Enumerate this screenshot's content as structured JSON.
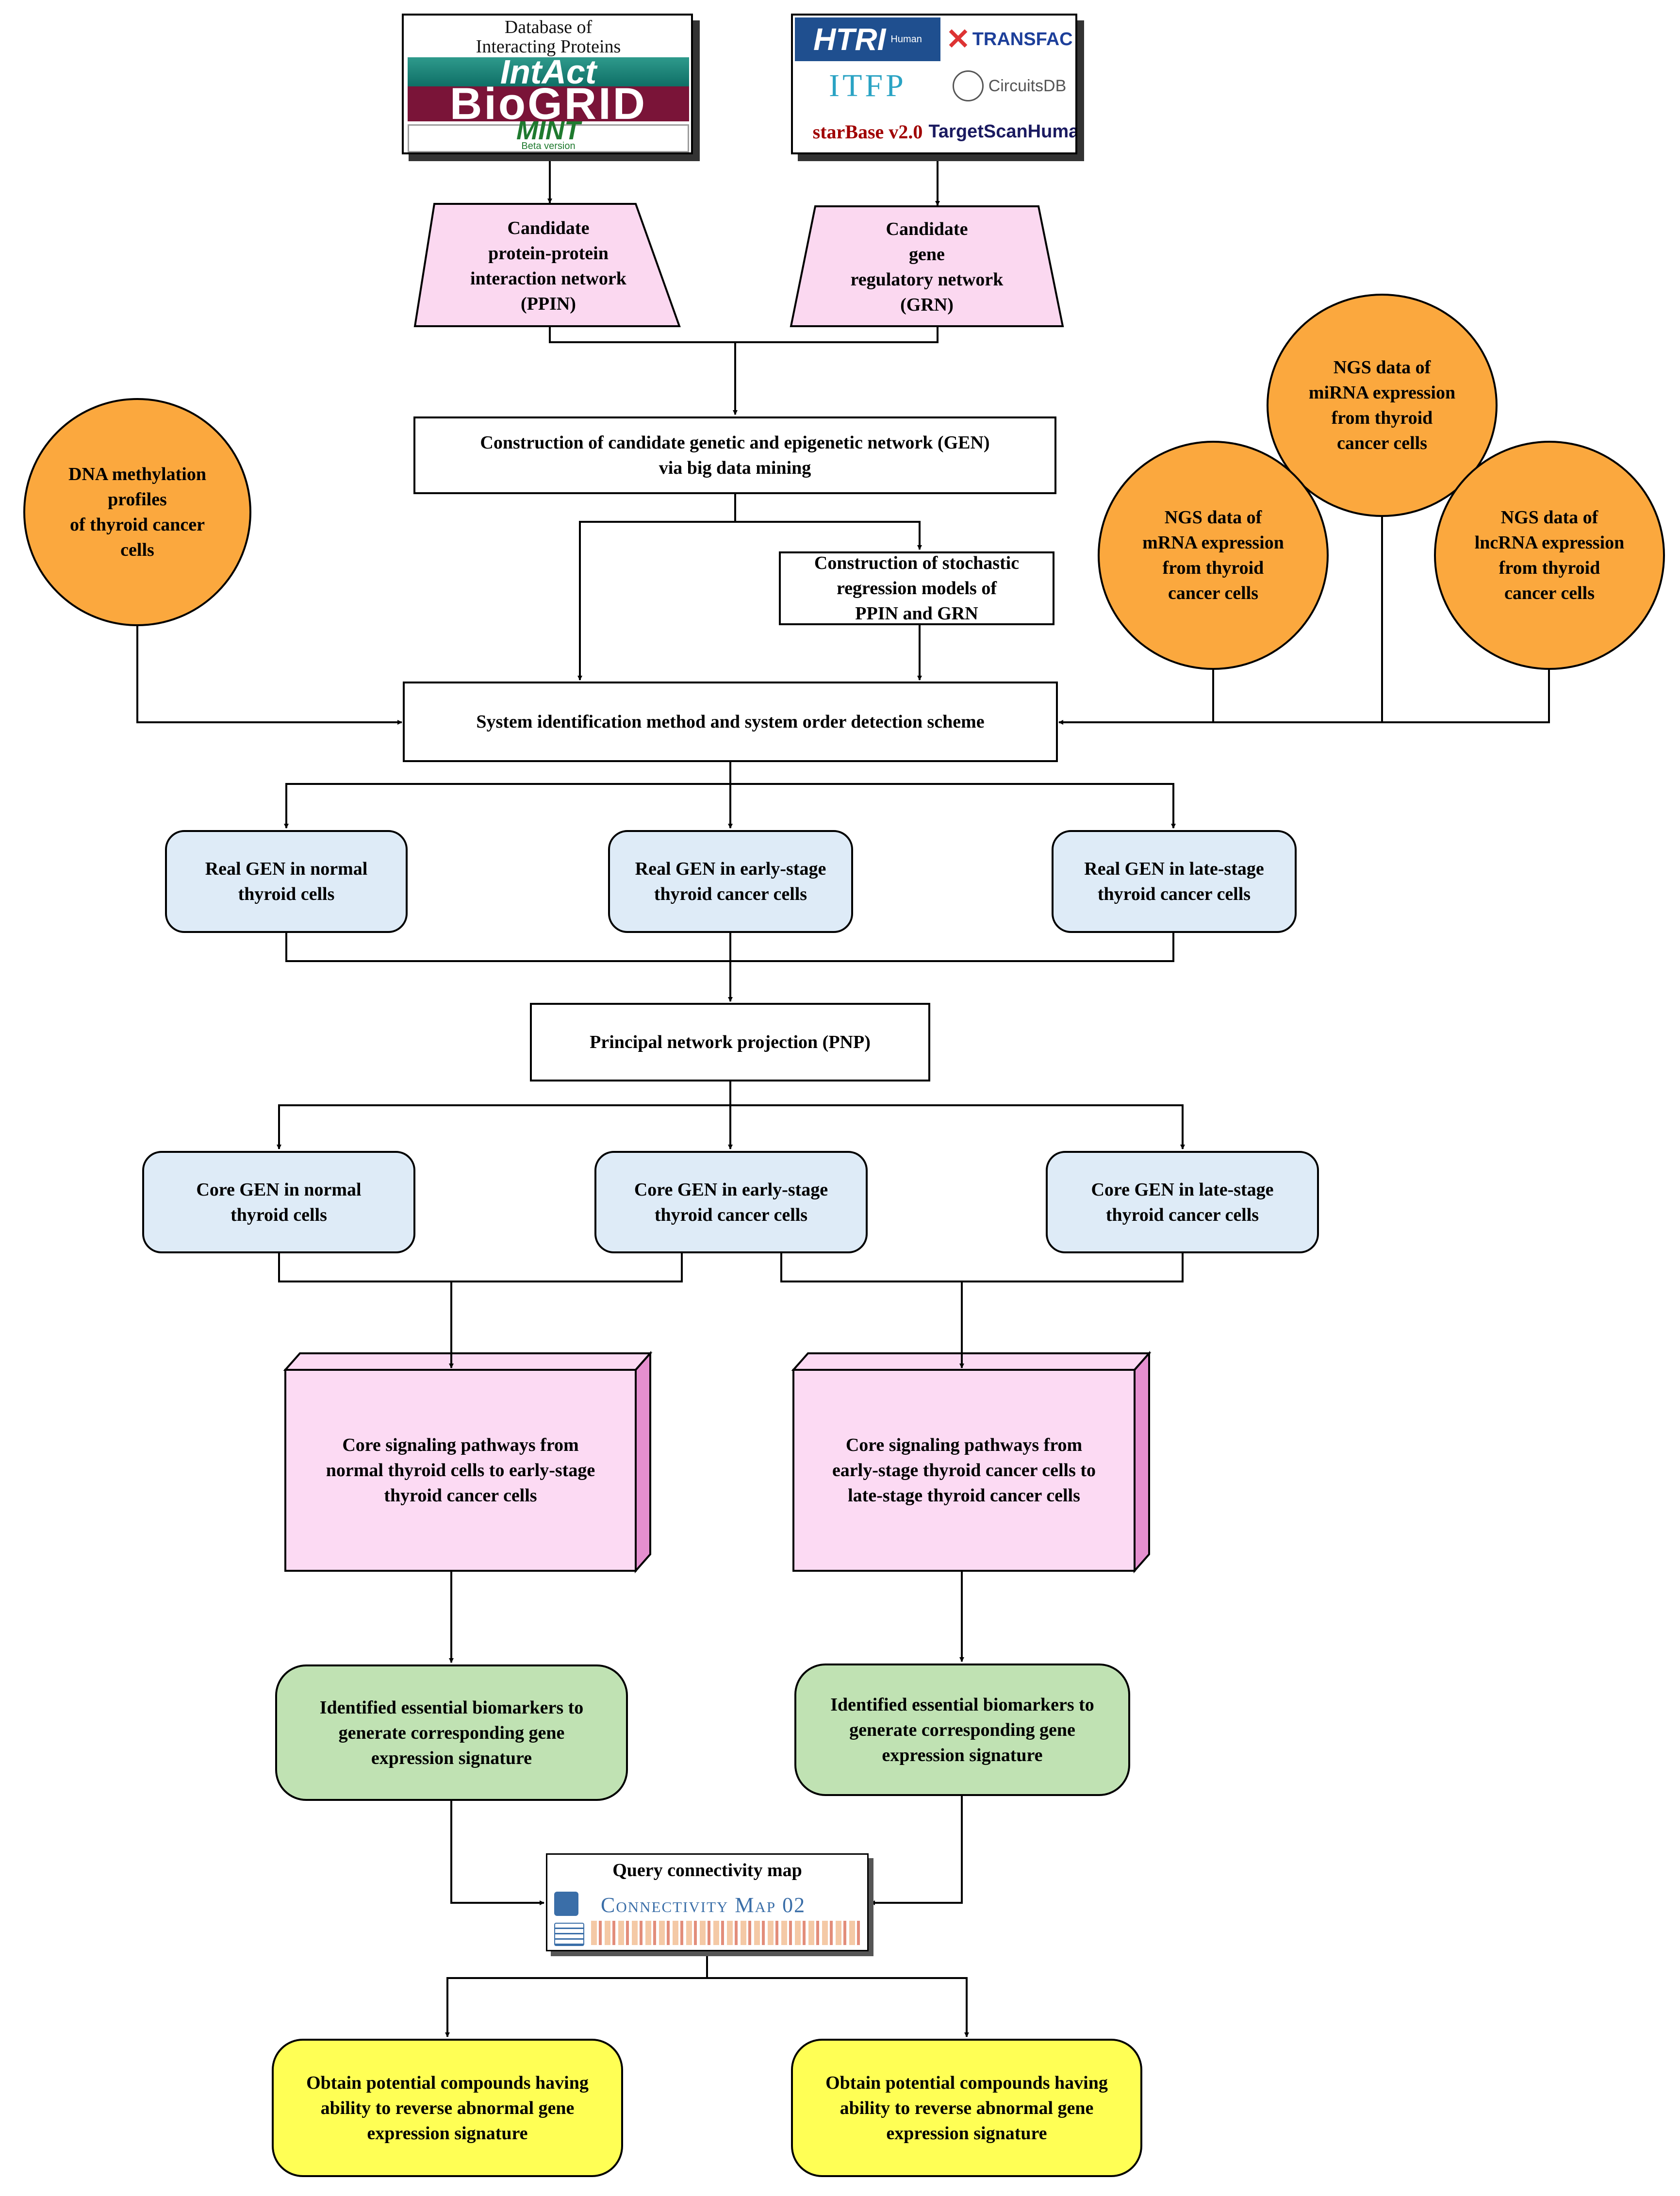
{
  "logos": {
    "ppi_sources": {
      "dip": "Database of\nInteracting Proteins",
      "intact": "IntAct",
      "biogrid": "BioGRID",
      "mint": "MINT",
      "mint_sub": "Beta version"
    },
    "grn_sources": {
      "htri": "HTRI",
      "htri_sub": "Human",
      "transfac": "TRANSFAC",
      "itfp": "ITFP",
      "circuitsdb": "CircuitsDB",
      "starbase": "starBase v2.0",
      "targetscan": "TargetScanHuman"
    },
    "cmap_logo": "Connectivity Map 02"
  },
  "nodes": {
    "ppin": "Candidate\nprotein-protein\ninteraction network\n(PPIN)",
    "grn": "Candidate\ngene\nregulatory network\n(GRN)",
    "gen_construction": "Construction of candidate genetic and epigenetic network (GEN)\nvia big data mining",
    "stochastic": "Construction of  stochastic\nregression models of\nPPIN and GRN",
    "dna_methylation": "DNA methylation\nprofiles\nof thyroid cancer\ncells",
    "ngs_mirna_top": "NGS data of\nmiRNA expression\nfrom thyroid\ncancer cells",
    "ngs_mrna": "NGS data of\nmRNA expression\nfrom thyroid\ncancer cells",
    "ngs_lncrna": "NGS data of\nlncRNA expression\nfrom thyroid\ncancer cells",
    "system_id": "System identification method and system order detection scheme",
    "real_normal": "Real GEN in normal\nthyroid cells",
    "real_early": "Real GEN in early-stage\nthyroid cancer cells",
    "real_late": "Real GEN in late-stage\nthyroid cancer cells",
    "pnp": "Principal network projection (PNP)",
    "core_normal": "Core GEN in normal\nthyroid cells",
    "core_early": "Core GEN in early-stage\nthyroid cancer cells",
    "core_late": "Core GEN in late-stage\nthyroid cancer cells",
    "pathway_left": "Core signaling pathways from\nnormal thyroid cells to early-stage\nthyroid cancer cells",
    "pathway_right": "Core signaling pathways from\nearly-stage thyroid cancer cells to\nlate-stage thyroid cancer cells",
    "biomarkers_left": "Identified essential biomarkers to\ngenerate corresponding gene\nexpression signature",
    "biomarkers_right": "Identified essential biomarkers to\ngenerate corresponding gene\nexpression signature",
    "cmap_query": "Query connectivity map",
    "compounds_left": "Obtain potential compounds having\nability to reverse abnormal gene\nexpression signature",
    "compounds_right": "Obtain potential compounds having\nability to reverse abnormal gene\nexpression signature"
  },
  "colors": {
    "trapezoid_fill": "#fbd8f0",
    "box3d_front": "#fcdaf3",
    "box3d_side": "#e58fcf",
    "rounded_blue": "#deebf7",
    "rounded_green": "#c0e2b3",
    "rounded_yellow": "#ffff55",
    "circle_orange": "#fba83e",
    "line": "#000000"
  }
}
